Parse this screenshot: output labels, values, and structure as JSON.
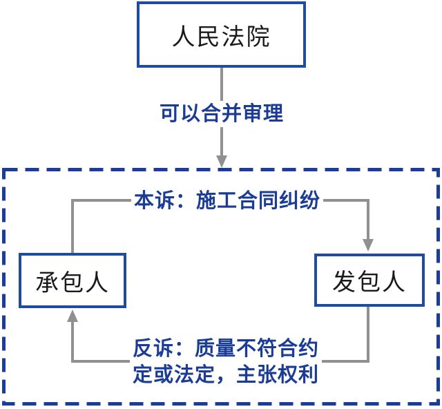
{
  "diagram": {
    "court_box": {
      "label": "人民法院"
    },
    "merge_label": "可以合并审理",
    "main_suit_label": "本诉：施工合同纠纷",
    "contractor_box": {
      "label": "承包人"
    },
    "employer_box": {
      "label": "发包人"
    },
    "counterclaim_label": {
      "line1": "反诉：质量不符合约",
      "line2": "定或法定，主张权利"
    },
    "colors": {
      "box_border_blue": "#1E4CA1",
      "text_blue": "#1B3C94",
      "dashed_border_blue": "#1B3D99",
      "connector_gray": "#909090",
      "box_text_black": "#1a1a1a"
    }
  }
}
